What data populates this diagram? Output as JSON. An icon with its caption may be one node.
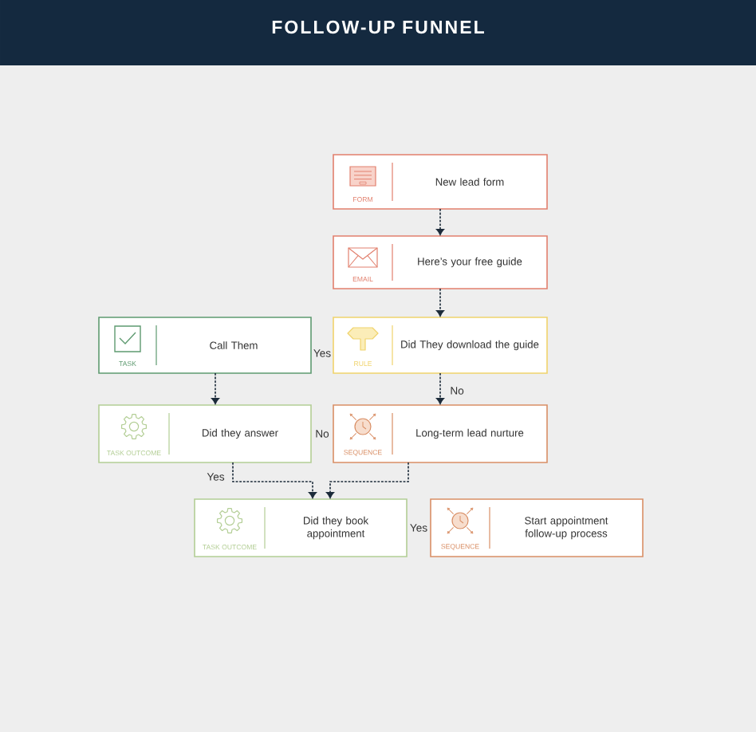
{
  "diagram": {
    "title": "FOLLOW-UP FUNNEL",
    "nodes": [
      {
        "text": [
          "FORM",
          "New lead form"
        ]
      },
      {
        "text": [
          "EMAIL",
          "Here’s your free guide"
        ]
      },
      {
        "text": [
          "TASK",
          "Call Them"
        ]
      },
      {
        "text": [
          "RULE",
          "Did They download the guide"
        ]
      },
      {
        "text": [
          "TASK OUTCOME",
          "Did they answer"
        ]
      },
      {
        "text": [
          "SEQUENCE",
          "Long-term lead nurture"
        ]
      },
      {
        "text": [
          "TASK OUTCOME",
          "Did they book appointment"
        ]
      },
      {
        "text": [
          "SEQUENCE",
          "Start appointment follow-up process"
        ]
      }
    ],
    "edges": [
      {
        "from": 0,
        "to": 1,
        "arrow": "to"
      },
      {
        "from": 1,
        "to": 3,
        "arrow": "to"
      },
      {
        "from": 3,
        "to": 5,
        "arrow": "to",
        "label": "No"
      },
      {
        "from": 2,
        "to": 4,
        "arrow": "to"
      },
      {
        "from": 4,
        "to": 6,
        "arrow": "to",
        "label": "Yes"
      },
      {
        "from": 5,
        "to": 6,
        "arrow": "to"
      }
    ],
    "labels": [
      "Yes",
      "No",
      "Yes"
    ]
  }
}
